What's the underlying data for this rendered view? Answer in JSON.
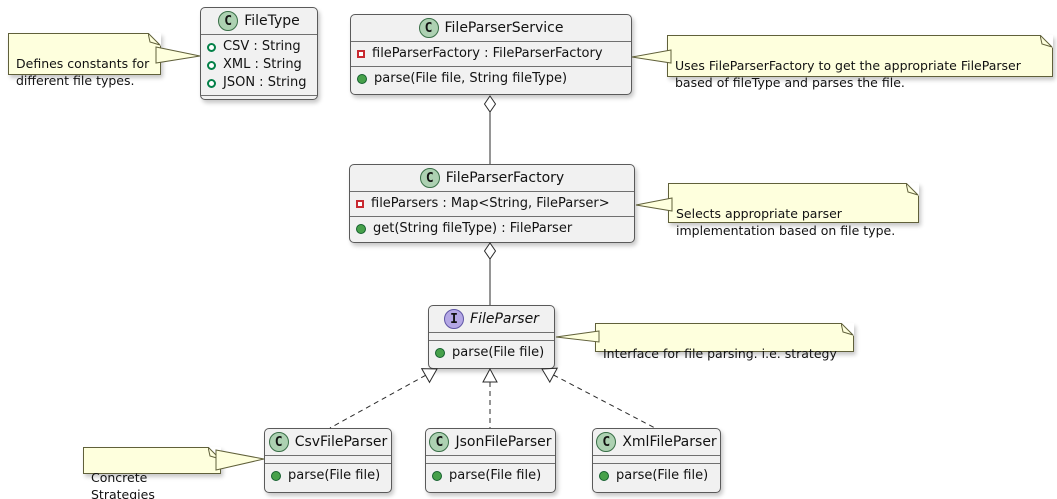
{
  "diagram": {
    "kind": "uml-class-diagram",
    "background": "#FFFFFF",
    "colors": {
      "class_fill": "#F1F1F1",
      "class_border": "#5A5A5A",
      "class_badge_fill": "#ADD1B2",
      "interface_badge_fill": "#B4A7E5",
      "note_fill": "#FEFFDD",
      "note_border": "#60603A",
      "field_public_icon": "#038048",
      "field_private_icon": "#C82930",
      "method_public_icon": "#47A14B",
      "line_color": "#2B2B2B",
      "text_color": "#121212"
    }
  },
  "classes": [
    {
      "name": "FileType",
      "badge": "C",
      "kind": "class",
      "fields": [
        {
          "visibility": "public",
          "text": "CSV : String"
        },
        {
          "visibility": "public",
          "text": "XML : String"
        },
        {
          "visibility": "public",
          "text": "JSON : String"
        }
      ],
      "methods": []
    },
    {
      "name": "FileParserService",
      "badge": "C",
      "kind": "class",
      "fields": [
        {
          "visibility": "private",
          "text": "fileParserFactory : FileParserFactory"
        }
      ],
      "methods": [
        {
          "visibility": "public",
          "text": "parse(File file, String fileType)"
        }
      ]
    },
    {
      "name": "FileParserFactory",
      "badge": "C",
      "kind": "class",
      "fields": [
        {
          "visibility": "private",
          "text": "fileParsers : Map<String, FileParser>"
        }
      ],
      "methods": [
        {
          "visibility": "public",
          "text": "get(String fileType) : FileParser"
        }
      ]
    },
    {
      "name": "FileParser",
      "badge": "I",
      "kind": "interface",
      "fields": [],
      "methods": [
        {
          "visibility": "public",
          "text": "parse(File file)"
        }
      ]
    },
    {
      "name": "CsvFileParser",
      "badge": "C",
      "kind": "class",
      "fields": [],
      "methods": [
        {
          "visibility": "public",
          "text": "parse(File file)"
        }
      ]
    },
    {
      "name": "JsonFileParser",
      "badge": "C",
      "kind": "class",
      "fields": [],
      "methods": [
        {
          "visibility": "public",
          "text": "parse(File file)"
        }
      ]
    },
    {
      "name": "XmlFileParser",
      "badge": "C",
      "kind": "class",
      "fields": [],
      "methods": [
        {
          "visibility": "public",
          "text": "parse(File file)"
        }
      ]
    }
  ],
  "notes": [
    {
      "target": "FileType",
      "text": "Defines constants for\ndifferent file types."
    },
    {
      "target": "FileParserService",
      "text": "Uses FileParserFactory to get the appropriate FileParser\nbased of fileType and parses the file."
    },
    {
      "target": "FileParserFactory",
      "text": "Selects appropriate parser\nimplementation based on file type."
    },
    {
      "target": "FileParser",
      "text": "Interface for file parsing. i.e. strategy"
    },
    {
      "target": "CsvFileParser",
      "text": "Concrete Strategies"
    }
  ],
  "relationships": [
    {
      "type": "aggregation",
      "from": "FileParserService",
      "to": "FileParserFactory"
    },
    {
      "type": "aggregation",
      "from": "FileParserFactory",
      "to": "FileParser"
    },
    {
      "type": "realization",
      "from": "CsvFileParser",
      "to": "FileParser"
    },
    {
      "type": "realization",
      "from": "JsonFileParser",
      "to": "FileParser"
    },
    {
      "type": "realization",
      "from": "XmlFileParser",
      "to": "FileParser"
    }
  ]
}
